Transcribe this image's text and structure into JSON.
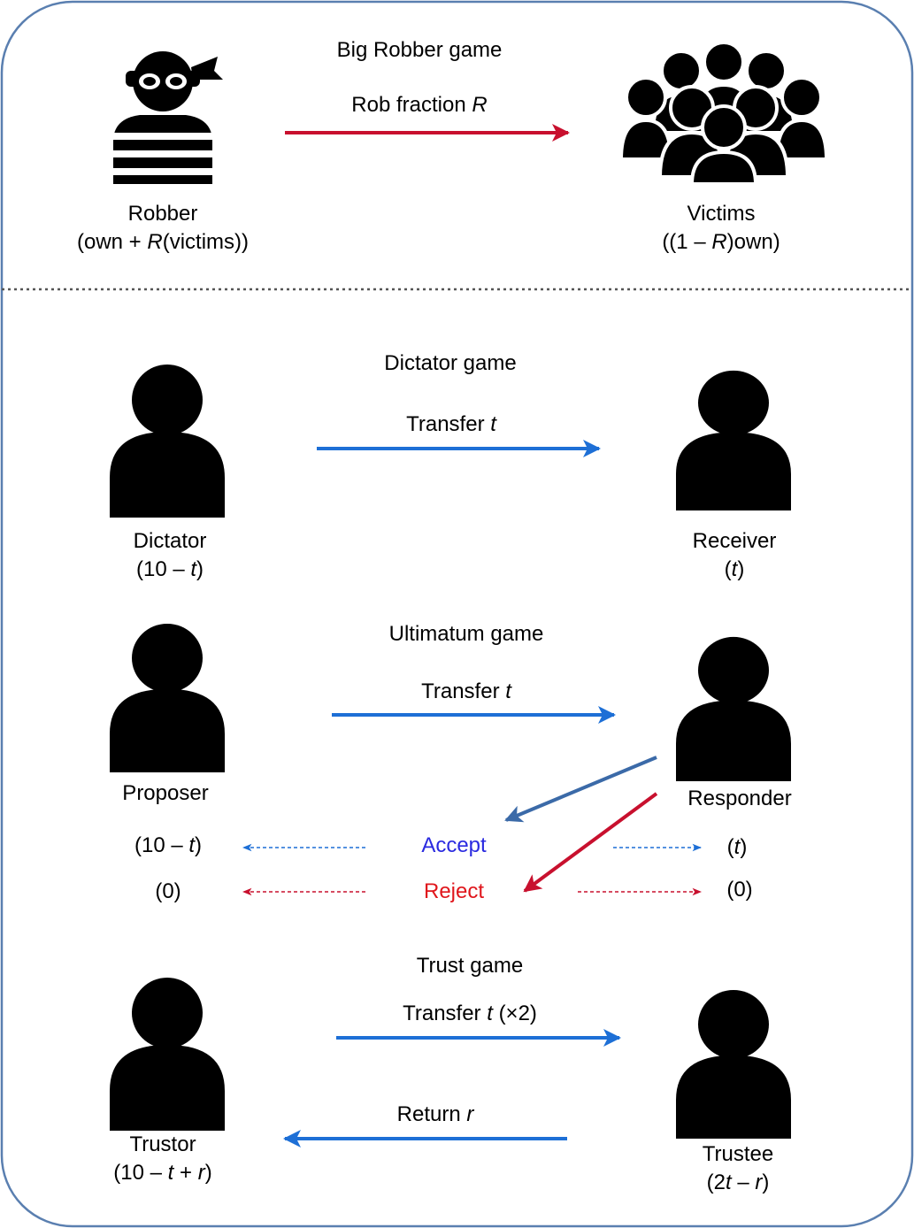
{
  "colors": {
    "border": "#5a7fb0",
    "robbery_arrow": "#c8102e",
    "transfer_arrow": "#1d6fd6",
    "accept_arrow": "#3b6aa8",
    "reject_arrow": "#c8102e",
    "accept_text": "#2a2ae0",
    "reject_text": "#e0161c",
    "silhouette": "#000000"
  },
  "big_robber": {
    "title": "Big Robber game",
    "arrow_label": "Rob fraction",
    "arrow_var": "R",
    "left": {
      "name": "Robber",
      "payoff_a": "(own + ",
      "payoff_var": "R",
      "payoff_b": "(victims))",
      "icon": "robber-icon"
    },
    "right": {
      "name": "Victims",
      "payoff_a": "((1 – ",
      "payoff_var": "R",
      "payoff_b": ")own)",
      "icon": "crowd-icon"
    }
  },
  "dictator": {
    "title": "Dictator game",
    "arrow_label": "Transfer",
    "arrow_var": "t",
    "left": {
      "name": "Dictator",
      "payoff_a": "(10 – ",
      "payoff_var": "t",
      "payoff_b": ")",
      "icon": "person-icon"
    },
    "right": {
      "name": "Receiver",
      "payoff_a": "(",
      "payoff_var": "t",
      "payoff_b": ")",
      "icon": "person-icon"
    }
  },
  "ultimatum": {
    "title": "Ultimatum game",
    "arrow_label": "Transfer",
    "arrow_var": "t",
    "left": {
      "name": "Proposer",
      "icon": "person-icon"
    },
    "right": {
      "name": "Responder",
      "icon": "person-icon"
    },
    "accept": {
      "label": "Accept",
      "left_a": "(10 – ",
      "left_var": "t",
      "left_b": ")",
      "right_a": "(",
      "right_var": "t",
      "right_b": ")"
    },
    "reject": {
      "label": "Reject",
      "left": "(0)",
      "right": "(0)"
    }
  },
  "trust": {
    "title": "Trust game",
    "transfer_label": "Transfer",
    "transfer_var": "t",
    "transfer_suffix": " (×2)",
    "return_label": "Return",
    "return_var": "r",
    "left": {
      "name": "Trustor",
      "payoff_a": "(10 – ",
      "payoff_var": "t",
      "payoff_mid": " + ",
      "payoff_var2": "r",
      "payoff_b": ")",
      "icon": "person-icon"
    },
    "right": {
      "name": "Trustee",
      "payoff_a": "(2",
      "payoff_var": "t",
      "payoff_mid": " – ",
      "payoff_var2": "r",
      "payoff_b": ")",
      "icon": "person-icon"
    }
  }
}
